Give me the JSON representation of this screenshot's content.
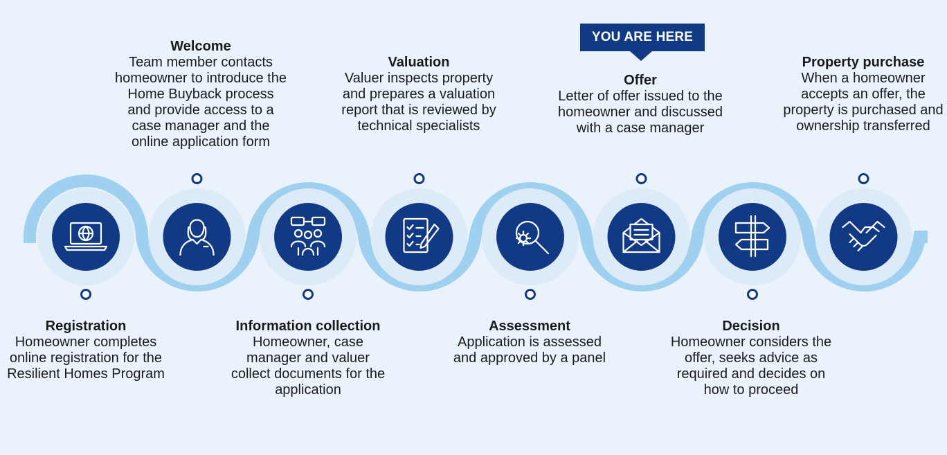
{
  "marker": {
    "text": "YOU ARE HERE"
  },
  "colors": {
    "navy": "#123a84",
    "wave": "#9fd0ef",
    "ring": "#dcebf7",
    "background": "#eaf3fb"
  },
  "steps": [
    {
      "title": "Registration",
      "desc": "Homeowner completes online registration for the Resilient Homes Program",
      "icon": "laptop-globe-icon",
      "label_pos": "below"
    },
    {
      "title": "Welcome",
      "desc": "Team member contacts homeowner to introduce the Home Buyback process and provide access to a case manager and the online application form",
      "icon": "person-icon",
      "label_pos": "above"
    },
    {
      "title": "Information collection",
      "desc": "Homeowner, case manager and valuer collect documents for the application",
      "icon": "group-discussion-icon",
      "label_pos": "below"
    },
    {
      "title": "Valuation",
      "desc": "Valuer inspects property and prepares a valuation report that is reviewed by technical specialists",
      "icon": "checklist-pencil-icon",
      "label_pos": "above"
    },
    {
      "title": "Assessment",
      "desc": "Application is assessed and approved by a panel",
      "icon": "magnifier-gear-icon",
      "label_pos": "below"
    },
    {
      "title": "Offer",
      "desc": "Letter of offer issued to the homeowner and discussed with a case manager",
      "icon": "envelope-letter-icon",
      "label_pos": "above",
      "current": true
    },
    {
      "title": "Decision",
      "desc": "Homeowner considers the offer, seeks advice as required and decides on how to proceed",
      "icon": "signpost-icon",
      "label_pos": "below"
    },
    {
      "title": "Property purchase",
      "desc": "When a homeowner accepts an offer, the property is purchased and ownership transferred",
      "icon": "handshake-icon",
      "label_pos": "above"
    }
  ]
}
